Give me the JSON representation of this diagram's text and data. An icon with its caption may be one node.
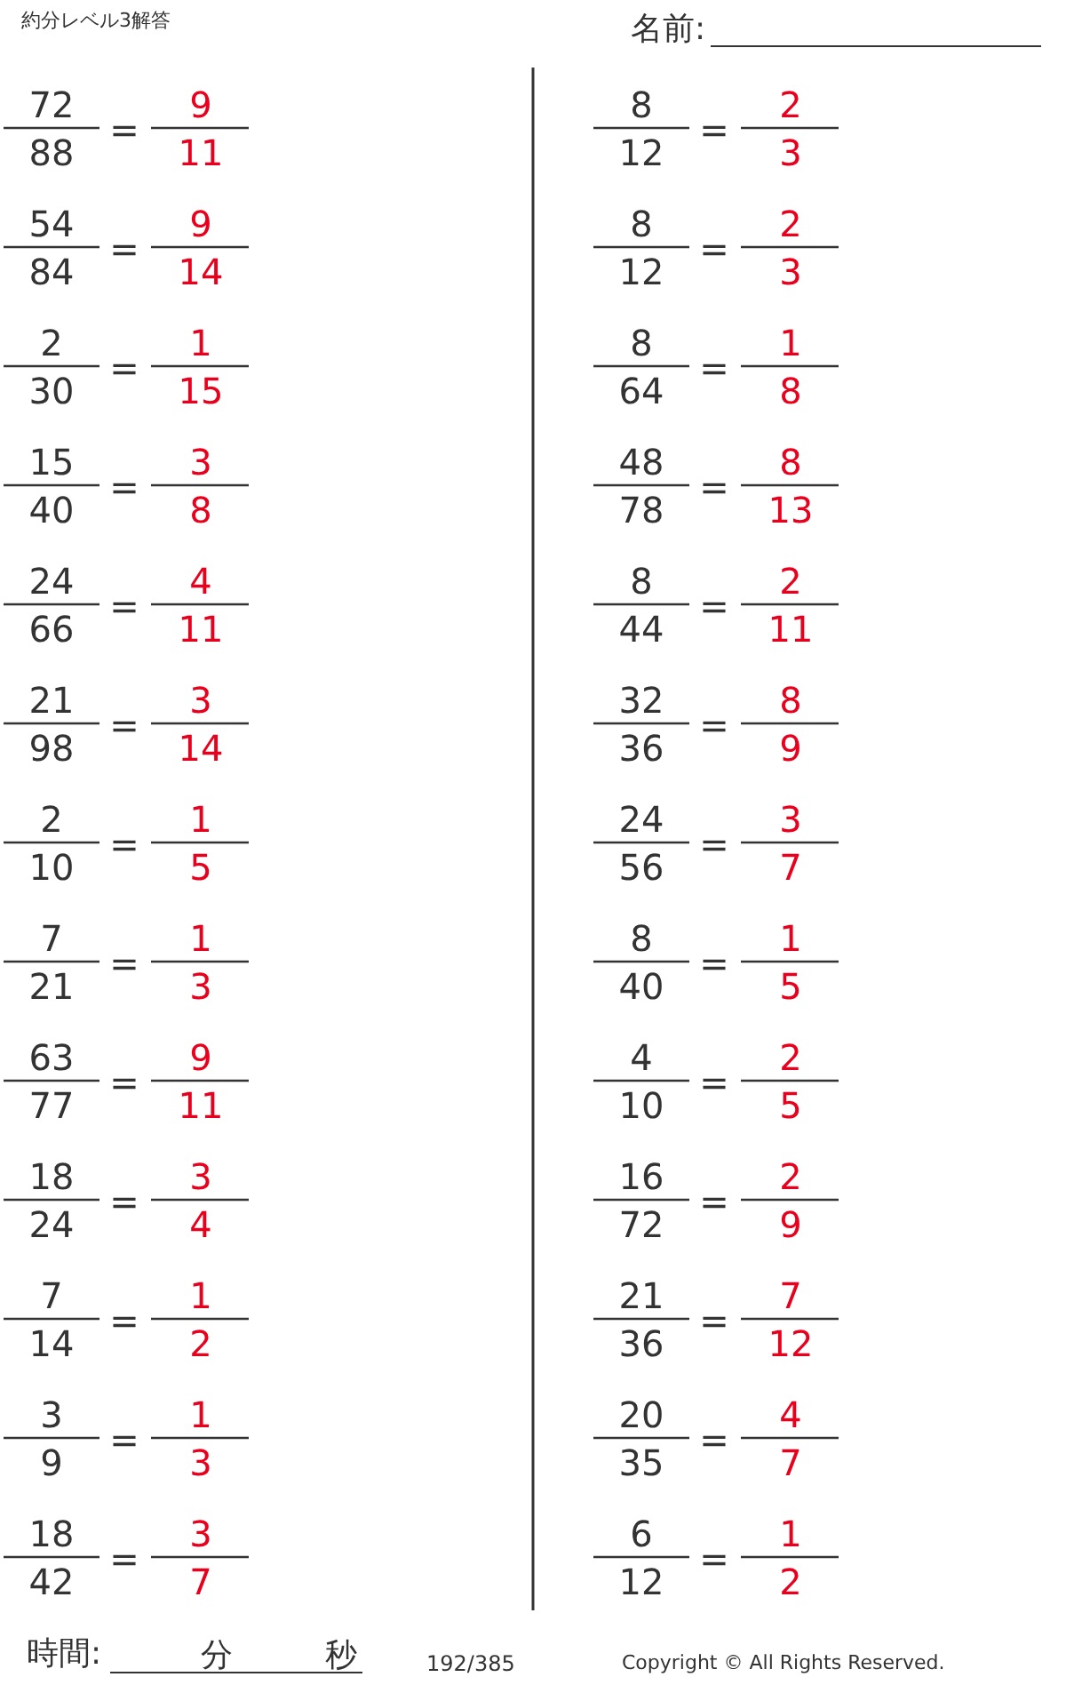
{
  "diagram": {
    "title": "約分レベル3解答",
    "labels": [
      "名前:",
      "72",
      "88",
      "=",
      "9",
      "11",
      "54",
      "84",
      "=",
      "9",
      "14",
      "2",
      "30",
      "=",
      "1",
      "15",
      "15",
      "40",
      "=",
      "3",
      "8",
      "24",
      "66",
      "=",
      "4",
      "11",
      "21",
      "98",
      "=",
      "3",
      "14",
      "2",
      "10",
      "=",
      "1",
      "5",
      "7",
      "21",
      "=",
      "1",
      "3",
      "63",
      "77",
      "=",
      "9",
      "11",
      "18",
      "24",
      "=",
      "3",
      "4",
      "7",
      "14",
      "=",
      "1",
      "2",
      "3",
      "9",
      "=",
      "1",
      "3",
      "18",
      "42",
      "=",
      "3",
      "7",
      "8",
      "12",
      "=",
      "2",
      "3",
      "8",
      "12",
      "=",
      "2",
      "3",
      "8",
      "64",
      "=",
      "1",
      "8",
      "48",
      "78",
      "=",
      "8",
      "13",
      "8",
      "44",
      "=",
      "2",
      "11",
      "32",
      "36",
      "=",
      "8",
      "9",
      "24",
      "56",
      "=",
      "3",
      "7",
      "8",
      "40",
      "=",
      "1",
      "5",
      "4",
      "10",
      "=",
      "2",
      "5",
      "16",
      "72",
      "=",
      "2",
      "9",
      "21",
      "36",
      "=",
      "7",
      "12",
      "20",
      "35",
      "=",
      "4",
      "7",
      "6",
      "12",
      "=",
      "1",
      "2",
      "時間:",
      "分",
      "秒",
      "192/385",
      "Copyright © All Rights Reserved."
    ]
  }
}
